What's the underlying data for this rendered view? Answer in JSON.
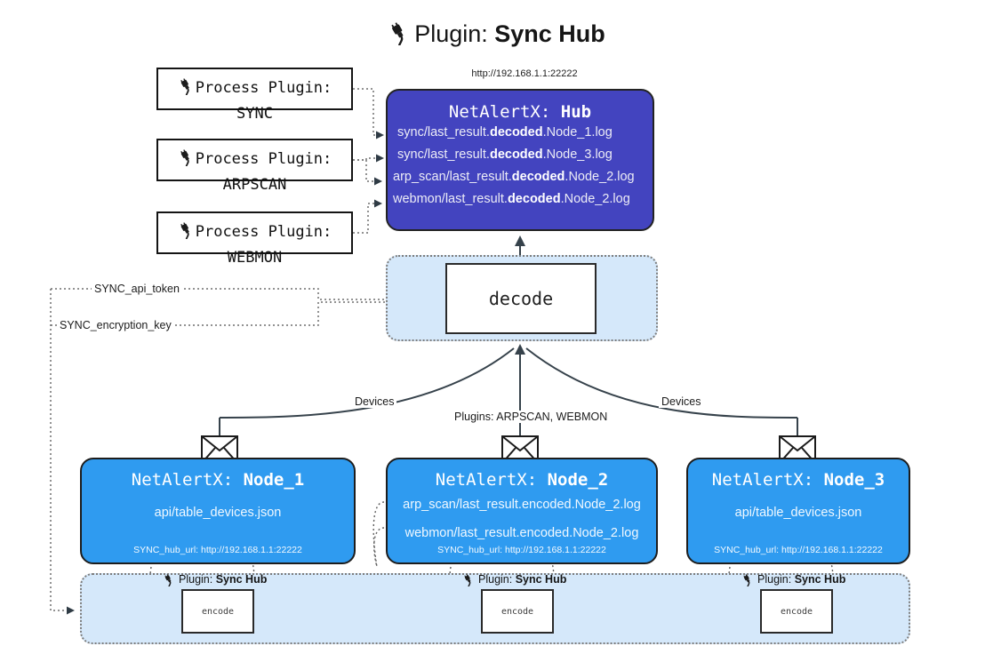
{
  "title": {
    "icon": "plug-icon",
    "prefix": "Plugin: ",
    "name": "Sync Hub"
  },
  "hub": {
    "url": "http://192.168.1.1:22222",
    "title_prefix": "NetAlertX: ",
    "title_name": "Hub",
    "lines": [
      {
        "pre": "sync/last_result.",
        "bold": "decoded",
        "post": ".Node_1.log"
      },
      {
        "pre": "sync/last_result.",
        "bold": "decoded",
        "post": ".Node_3.log"
      },
      {
        "pre": "arp_scan/last_result.",
        "bold": "decoded",
        "post": ".Node_2.log"
      },
      {
        "pre": "webmon/last_result.",
        "bold": "decoded",
        "post": ".Node_2.log"
      }
    ],
    "color": "#4344bf"
  },
  "process_plugins": [
    {
      "label_line1": "Process Plugin:",
      "label_line2": "SYNC"
    },
    {
      "label_line1": "Process Plugin:",
      "label_line2": "ARPSCAN"
    },
    {
      "label_line1": "Process Plugin:",
      "label_line2": "WEBMON"
    }
  ],
  "decode": {
    "label": "decode",
    "band_color": "#d5e8fa"
  },
  "settings": {
    "api_token": "SYNC_api_token",
    "encryption_key": "SYNC_encryption_key"
  },
  "edge_labels": {
    "devices_left": "Devices",
    "devices_right": "Devices",
    "plugins_center": "Plugins: ARPSCAN, WEBMON"
  },
  "nodes": [
    {
      "title_prefix": "NetAlertX: ",
      "title_name": "Node_1",
      "lines": [
        "api/table_devices.json"
      ],
      "hub_url_label": "SYNC_hub_url: http://192.168.1.1:22222",
      "color": "#2f9bf0",
      "envelope_icon": "envelope-icon"
    },
    {
      "title_prefix": "NetAlertX: ",
      "title_name": "Node_2",
      "lines": [
        "arp_scan/last_result.encoded.Node_2.log",
        "webmon/last_result.encoded.Node_2.log"
      ],
      "hub_url_label": "SYNC_hub_url: http://192.168.1.1:22222",
      "color": "#2f9bf0",
      "envelope_icon": "envelope-icon"
    },
    {
      "title_prefix": "NetAlertX: ",
      "title_name": "Node_3",
      "lines": [
        "api/table_devices.json"
      ],
      "hub_url_label": "SYNC_hub_url: http://192.168.1.1:22222",
      "color": "#2f9bf0",
      "envelope_icon": "envelope-icon"
    }
  ],
  "encoders": [
    {
      "tag_prefix": "Plugin: ",
      "tag_name": "Sync Hub",
      "box_label": "encode"
    },
    {
      "tag_prefix": "Plugin: ",
      "tag_name": "Sync Hub",
      "box_label": "encode"
    },
    {
      "tag_prefix": "Plugin: ",
      "tag_name": "Sync Hub",
      "box_label": "encode"
    }
  ]
}
